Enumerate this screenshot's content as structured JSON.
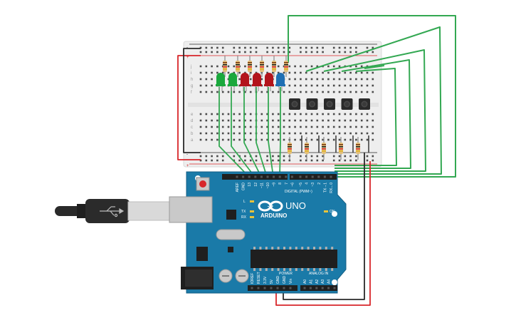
{
  "board": {
    "brand": "ARDUINO",
    "model": "UNO",
    "digital_header": "DIGITAL (PWM~)",
    "power_header": "POWER",
    "analog_header": "ANALOG IN",
    "on_label": "ON",
    "tx_label": "TX",
    "rx_label": "RX",
    "l_label": "L",
    "digital_pins": [
      "AREF",
      "GND",
      "13",
      "12",
      "~11",
      "~10",
      "~9",
      "8",
      "7",
      "~6",
      "~5",
      "4",
      "~3",
      "2",
      "TX→1",
      "RX←0"
    ],
    "power_pins": [
      "IOREF",
      "RESET",
      "3.3V",
      "5V",
      "GND",
      "GND",
      "Vin"
    ],
    "analog_pins": [
      "A0",
      "A1",
      "A2",
      "A3",
      "A4",
      "A5"
    ]
  },
  "breadboard": {
    "row_labels_top": [
      "j",
      "i",
      "h",
      "g",
      "f"
    ],
    "row_labels_bottom": [
      "e",
      "d",
      "c",
      "b",
      "a"
    ],
    "rail_plus": "+",
    "rail_minus": "-"
  },
  "components": {
    "leds": [
      {
        "color": "#1aa83c"
      },
      {
        "color": "#1aa83c"
      },
      {
        "color": "#b3141c"
      },
      {
        "color": "#b3141c"
      },
      {
        "color": "#b3141c"
      },
      {
        "color": "#1f6fb3"
      }
    ],
    "button_count": 5
  },
  "colors": {
    "board": "#1a7aa8",
    "wire_green": "#33a852",
    "wire_red": "#d8262a",
    "wire_black": "#2a2a2a",
    "breadboard": "#f2f2f2"
  }
}
